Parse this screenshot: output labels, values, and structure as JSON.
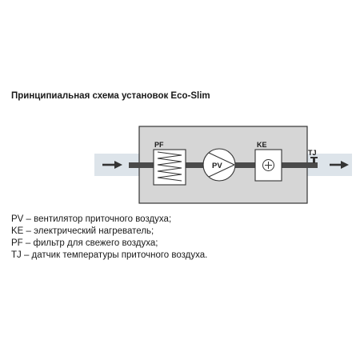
{
  "title": "Принципиальная схема установок Eco-Slim",
  "diagram": {
    "labels": {
      "filter": "PF",
      "fan": "PV",
      "heater": "KE",
      "sensor": "TJ"
    }
  },
  "legend": [
    "PV – вентилятор приточного воздуха;",
    "KE – электрический нагреватель;",
    "PF – фильтр для свежего воздуха;",
    "TJ – датчик температуры приточного воздуха."
  ],
  "colors": {
    "duct": "#dde4ea",
    "housing": "#d6d6d6",
    "shaft": "#4a4a4a",
    "stroke": "#333333"
  }
}
